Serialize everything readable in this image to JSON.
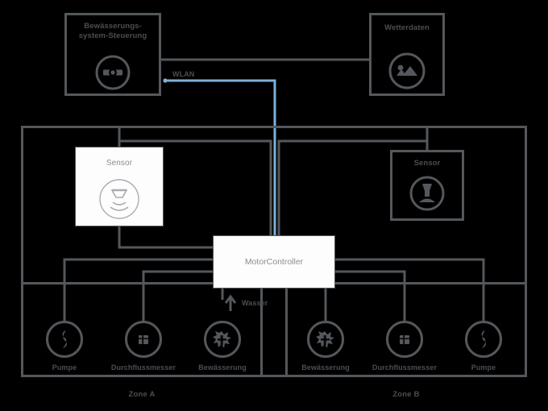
{
  "diagram": {
    "title": "Irrigation control system block diagram",
    "colors": {
      "background": "#000000",
      "stroke": "#54585c",
      "text": "#4a4e52",
      "muted_text": "#8a8e92",
      "panel_fill": "#fdfdfd",
      "signal_blue": "#7fb0d8"
    }
  },
  "top": {
    "control_unit": {
      "label": "Bewässerungs-\nsystem-Steuerung",
      "icon": "gauge-icon"
    },
    "weather": {
      "label": "Wetterdaten",
      "icon": "cloud-icon"
    },
    "link_label": "WLAN"
  },
  "controller": {
    "label": "MotorController"
  },
  "sensors": {
    "main": {
      "label": "Sensor",
      "icon": "ultrasonic-sensor-icon"
    },
    "secondary": {
      "label": "Sensor",
      "icon": "pressure-sensor-icon"
    }
  },
  "groups": [
    {
      "caption": "Zone A",
      "devices": [
        {
          "label": "Pumpe",
          "icon": "pump-icon"
        },
        {
          "label": "Durchflussmesser",
          "icon": "flow-meter-icon"
        },
        {
          "label": "Bewässerung",
          "icon": "sprinkler-icon",
          "annotation": "Wasser"
        }
      ]
    },
    {
      "caption": "Zone B",
      "devices": [
        {
          "label": "Bewässerung",
          "icon": "sprinkler-icon"
        },
        {
          "label": "Durchflussmesser",
          "icon": "flow-meter-icon"
        },
        {
          "label": "Pumpe",
          "icon": "pump-icon"
        }
      ]
    }
  ]
}
